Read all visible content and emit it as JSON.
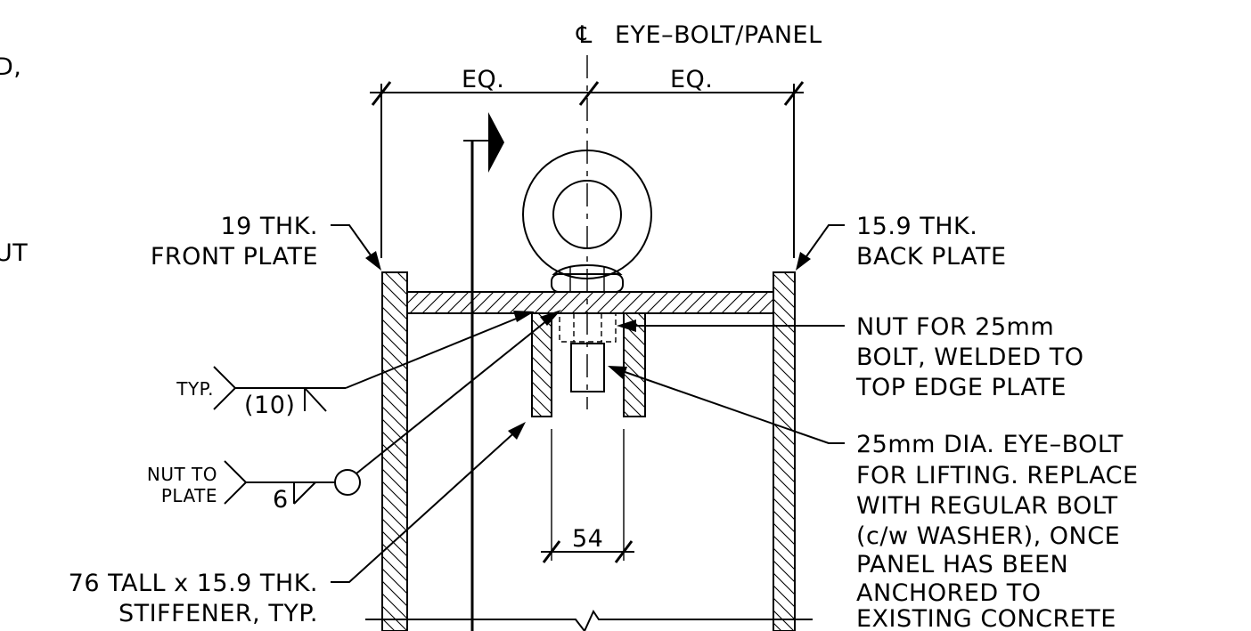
{
  "centerline": {
    "symbol": "℄",
    "label": "EYE–BOLT/PANEL"
  },
  "dimensions": {
    "eq_left": "EQ.",
    "eq_right": "EQ.",
    "spacing": "54"
  },
  "edge_fragments": {
    "line1": "D,",
    "line2": "UT"
  },
  "labels": {
    "front_plate": {
      "line1": "19 THK.",
      "line2": "FRONT PLATE"
    },
    "back_plate": {
      "line1": "15.9 THK.",
      "line2": "BACK PLATE"
    },
    "nut": {
      "line1": "NUT FOR 25mm",
      "line2": "BOLT, WELDED TO",
      "line3": "TOP EDGE PLATE"
    },
    "eye_bolt": {
      "line1": "25mm DIA. EYE–BOLT",
      "line2": "FOR LIFTING. REPLACE",
      "line3": "WITH REGULAR BOLT",
      "line4": "(c/w WASHER), ONCE",
      "line5": "PANEL HAS BEEN",
      "line6": "ANCHORED TO",
      "line7": "EXISTING CONCRETE"
    },
    "stiffener": {
      "line1": "76 TALL x 15.9 THK.",
      "line2": "STIFFENER, TYP."
    }
  },
  "welds": {
    "typ": {
      "tail": "TYP.",
      "size": "(10)"
    },
    "nut_to_plate": {
      "tail_line1": "NUT TO",
      "tail_line2": "PLATE",
      "size": "6"
    }
  }
}
